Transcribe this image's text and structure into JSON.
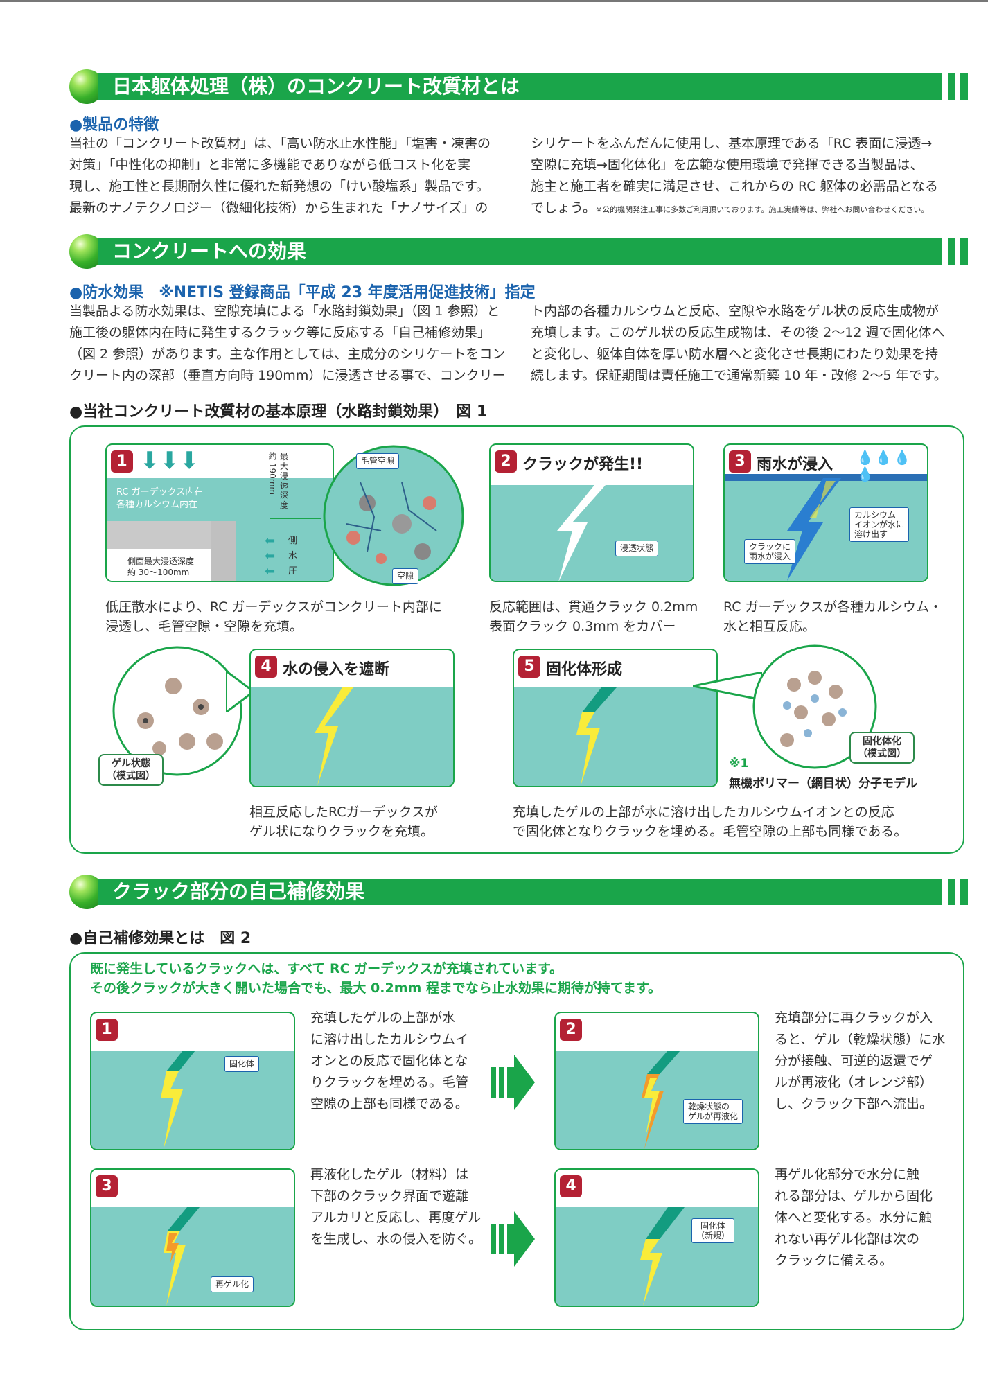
{
  "sections": {
    "s1_title": "日本躯体処理（株）のコンクリート改質材とは",
    "s2_title": "コンクリートへの効果",
    "s3_title": "クラック部分の自己補修効果"
  },
  "features": {
    "heading": "●製品の特徴",
    "left": [
      "当社の「コンクリート改質材」は、「高い防水止水性能」「塩害・凍害の",
      "対策」「中性化の抑制」と非常に多機能でありながら低コスト化を実",
      "現し、施工性と長期耐久性に優れた新発想の「けい酸塩系」製品です。",
      "最新のナノテクノロジー（微細化技術）から生まれた「ナノサイズ」の"
    ],
    "right": [
      "シリケートをふんだんに使用し、基本原理である「RC 表面に浸透→",
      "空隙に充填→固化体化」を広範な使用環境で発揮できる当製品は、",
      "施主と施工者を確実に満足させ、これからの RC 躯体の必需品となる",
      "でしょう。"
    ],
    "note": "※公的機関発注工事に多数ご利用頂いております。施工実績等は、弊社へお問い合わせください。"
  },
  "waterproof": {
    "heading": "●防水効果　※NETIS 登録商品「平成 23 年度活用促進技術」指定",
    "left": [
      "当製品よる防水効果は、空隙充填による「水路封鎖効果」（図 1 参照）と",
      "施工後の躯体内在時に発生するクラック等に反応する「自己補修効果」",
      "（図 2 参照）があります。主な作用としては、主成分のシリケートをコン",
      "クリート内の深部（垂直方向時 190mm）に浸透させる事で、コンクリー"
    ],
    "right": [
      "ト内部の各種カルシウムと反応、空隙や水路をゲル状の反応生成物が",
      "充填します。このゲル状の反応生成物は、その後 2～12 週で固化体へ",
      "と変化し、躯体自体を厚い防水層へと変化させ長期にわたり効果を持",
      "続します。保証期間は責任施工で通常新築 10 年・改修 2～5 年です。"
    ]
  },
  "fig1": {
    "heading": "●当社コンクリート改質材の基本原理（水路封鎖効果）　図 1",
    "s1": {
      "num": "1",
      "inside1": "RC ガーデックス内在",
      "inside2": "各種カルシウム内在",
      "depth1": "最大浸透深度",
      "depth2": "約 190mm",
      "side": [
        "側",
        "水",
        "圧"
      ],
      "side_depth1": "側面最大浸透深度",
      "side_depth2": "約 30～100mm",
      "pore": "毛管空隙",
      "void": "空隙",
      "cap": [
        "低圧散水により、RC ガーデックスがコンクリート内部に",
        "浸透し、毛管空隙・空隙を充填。"
      ]
    },
    "s2": {
      "num": "2",
      "title": "クラックが発生!!",
      "label": "浸透状態",
      "cap": [
        "反応範囲は、貫通クラック 0.2mm",
        "表面クラック 0.3mm をカバー"
      ]
    },
    "s3": {
      "num": "3",
      "title": "雨水が浸入",
      "label1": [
        "カルシウム",
        "イオンが水に",
        "溶け出す"
      ],
      "label2": [
        "クラックに",
        "雨水が浸入"
      ],
      "cap": [
        "RC ガーデックスが各種カルシウム・",
        "水と相互反応。"
      ]
    },
    "s4": {
      "num": "4",
      "title": "水の侵入を遮断",
      "gel": [
        "ゲル状態",
        "（模式図）"
      ],
      "cap": [
        "相互反応したRCガーデックスが",
        "ゲル状になりクラックを充填。"
      ]
    },
    "s5": {
      "num": "5",
      "title": "固化体形成",
      "solid": [
        "固化体化",
        "（模式図）"
      ],
      "note1": "※1",
      "note2": "無機ポリマー（網目状）分子モデル",
      "cap": [
        "充填したゲルの上部が水に溶け出したカルシウムイオンとの反応",
        "で固化体となりクラックを埋める。毛管空隙の上部も同様である。"
      ]
    }
  },
  "fig2": {
    "heading": "●自己補修効果とは　図 2",
    "intro": [
      "既に発生しているクラックへは、すべて RC ガーデックスが充填されています。",
      "その後クラックが大きく開いた場合でも、最大 0.2mm 程までなら止水効果に期待が持てます。"
    ],
    "t1": {
      "num": "1",
      "label": "固化体",
      "cap": [
        "充填したゲルの上部が水",
        "に溶け出したカルシウムイ",
        "オンとの反応で固化体とな",
        "りクラックを埋める。毛管",
        "空隙の上部も同様である。"
      ]
    },
    "t2": {
      "num": "2",
      "label": [
        "乾燥状態の",
        "ゲルが再液化"
      ],
      "cap": [
        "充填部分に再クラックが入",
        "ると、ゲル（乾燥状態）に水",
        "分が接触、可逆的返還でゲ",
        "ルが再液化（オレンジ部）",
        "し、クラック下部へ流出。"
      ]
    },
    "t3": {
      "num": "3",
      "label": "再ゲル化",
      "cap": [
        "再液化したゲル（材料）は",
        "下部のクラック界面で遊離",
        "アルカリと反応し、再度ゲル",
        "を生成し、水の侵入を防ぐ。"
      ]
    },
    "t4": {
      "num": "4",
      "label": [
        "固化体",
        "（新規）"
      ],
      "cap": [
        "再ゲル化部分で水分に触",
        "れる部分は、ゲルから固化",
        "体へと変化する。水分に触",
        "れない再ゲル化部は次の",
        "クラックに備える。"
      ]
    }
  },
  "colors": {
    "green": "#1aa54a",
    "blue": "#1b63ad",
    "red": "#b42134",
    "teal": "#7fcdc4",
    "yellow": "#f9ec3a",
    "orange": "#f39a2a"
  },
  "icons": [
    "green-ball-icon",
    "down-arrow-icon",
    "left-arrow-icon",
    "raindrop-icon",
    "lightning-crack-icon",
    "right-arrow-icon"
  ]
}
